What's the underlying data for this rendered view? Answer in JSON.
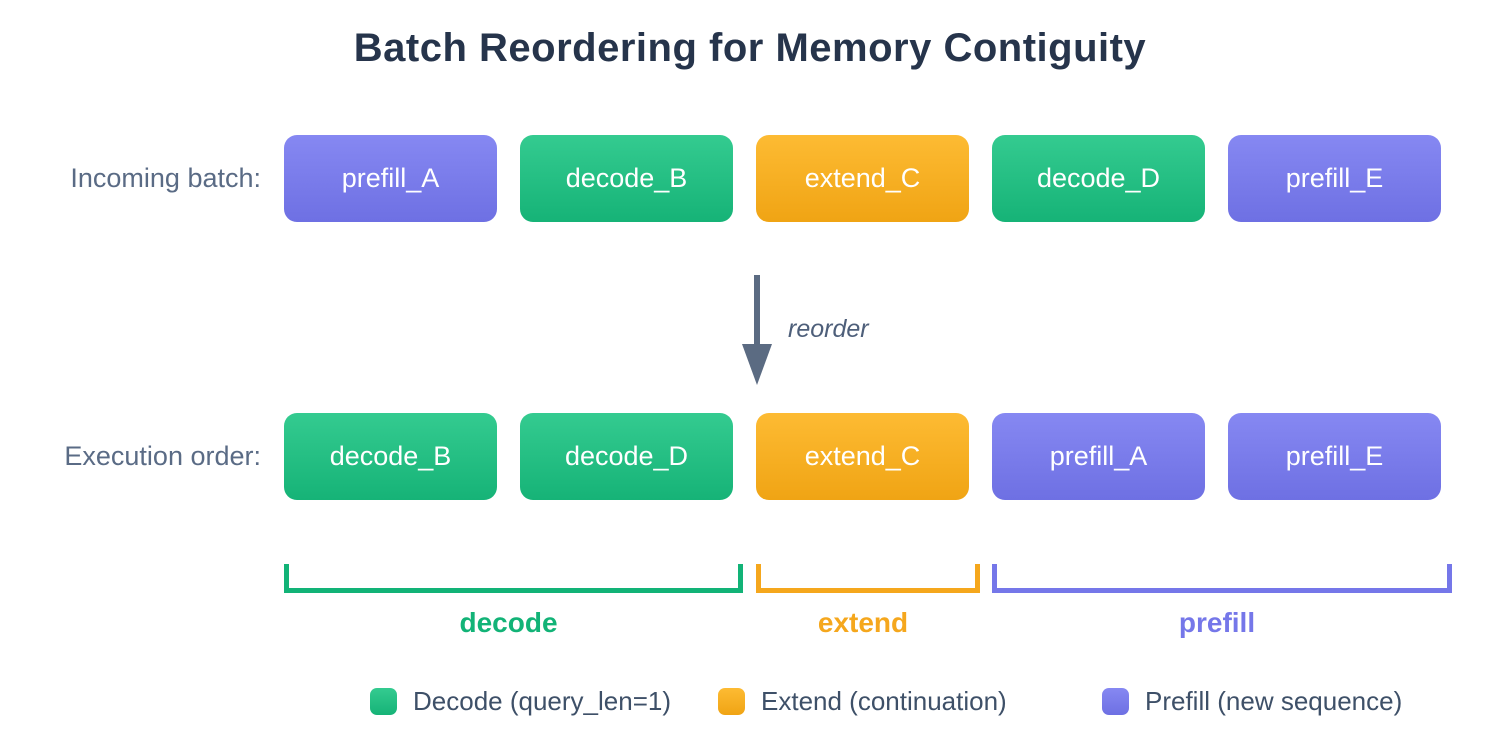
{
  "title": "Batch Reordering for Memory Contiguity",
  "rows": {
    "incoming": {
      "label": "Incoming batch:",
      "boxes": [
        {
          "label": "prefill_A",
          "type": "prefill"
        },
        {
          "label": "decode_B",
          "type": "decode"
        },
        {
          "label": "extend_C",
          "type": "extend"
        },
        {
          "label": "decode_D",
          "type": "decode"
        },
        {
          "label": "prefill_E",
          "type": "prefill"
        }
      ]
    },
    "execution": {
      "label": "Execution order:",
      "boxes": [
        {
          "label": "decode_B",
          "type": "decode"
        },
        {
          "label": "decode_D",
          "type": "decode"
        },
        {
          "label": "extend_C",
          "type": "extend"
        },
        {
          "label": "prefill_A",
          "type": "prefill"
        },
        {
          "label": "prefill_E",
          "type": "prefill"
        }
      ]
    }
  },
  "arrow": {
    "label": "reorder"
  },
  "groups": [
    {
      "label": "decode",
      "type": "decode"
    },
    {
      "label": "extend",
      "type": "extend"
    },
    {
      "label": "prefill",
      "type": "prefill"
    }
  ],
  "legend": [
    {
      "label": "Decode (query_len=1)",
      "type": "decode"
    },
    {
      "label": "Extend (continuation)",
      "type": "extend"
    },
    {
      "label": "Prefill (new sequence)",
      "type": "prefill"
    }
  ],
  "colors": {
    "decode": "#16b377",
    "extend": "#f5a71d",
    "prefill": "#7577e9",
    "title": "#26344b",
    "row_label": "#5a6b85",
    "arrow": "#5b6b82",
    "legend_text": "#3e5068"
  }
}
